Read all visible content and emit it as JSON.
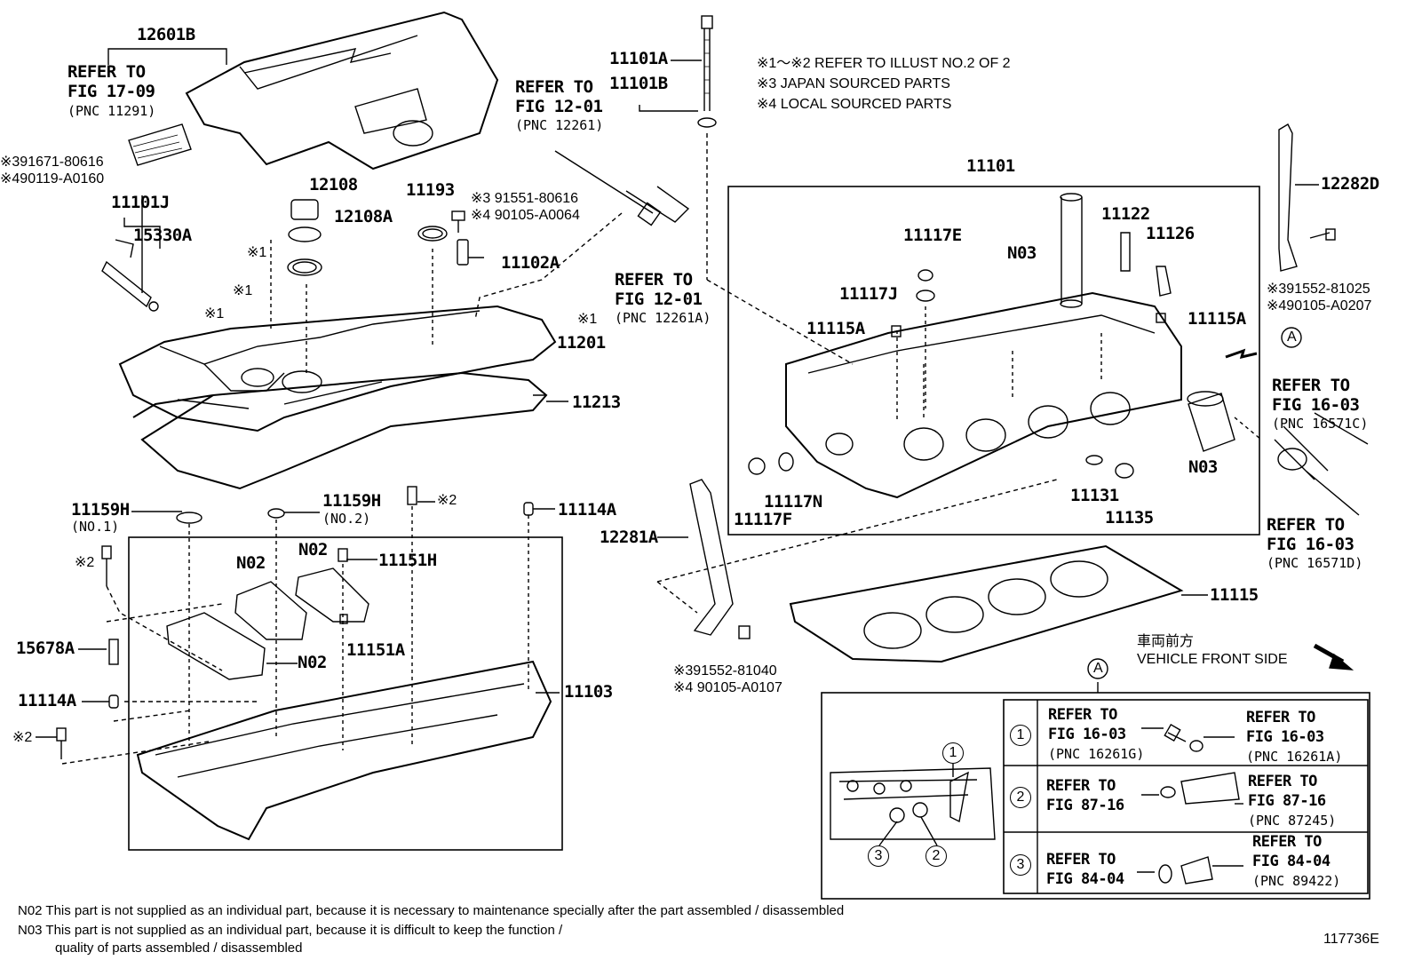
{
  "notes_header": {
    "line1": "※1～※2  REFER TO ILLUST NO.2 OF 2",
    "line2": "※3 JAPAN SOURCED PARTS",
    "line3": "※4 LOCAL SOURCED PARTS"
  },
  "callouts": {
    "p12601B": "12601B",
    "p11101A": "11101A",
    "p11101B": "11101B",
    "p11101": "11101",
    "p12282D": "12282D",
    "p11101J": "11101J",
    "p15330A": "15330A",
    "p12108": "12108",
    "p12108A": "12108A",
    "p11193": "11193",
    "p11102A": "11102A",
    "p11201": "11201",
    "p11213": "11213",
    "p11117E": "11117E",
    "p11117J": "11117J",
    "p11122": "11122",
    "p11126": "11126",
    "pN03a": "N03",
    "p11115A_l": "11115A",
    "p11115A_r": "11115A",
    "pN03b": "N03",
    "p11117N": "11117N",
    "p11117F": "11117F",
    "p11131": "11131",
    "p11135": "11135",
    "p11159H_1": "11159H",
    "p11159H_2": "11159H",
    "p11114A_t": "11114A",
    "pN02a": "N02",
    "pN02b": "N02",
    "pN02c": "N02",
    "p11151H": "11151H",
    "p11151A": "11151A",
    "p15678A": "15678A",
    "p11114A_b": "11114A",
    "p11103": "11103",
    "p12281A": "12281A",
    "p11115": "11115"
  },
  "marks": {
    "m1a": "※1",
    "m1b": "※1",
    "m1c": "※1",
    "m1d": "※1",
    "m2a": "※2",
    "m2b": "※2",
    "m2c": "※2"
  },
  "small_refs": {
    "pnc11291": "(PNC 11291)",
    "no1": "(NO.1)",
    "no2": "(NO.2)",
    "pnc12261": "(PNC 12261)",
    "pnc12261A": "(PNC 12261A)",
    "pnc16571C": "(PNC 16571C)",
    "pnc16571D": "(PNC 16571D)"
  },
  "refer_blocks": {
    "fig1709": [
      "REFER TO",
      "FIG 17-09"
    ],
    "fig1201_top": [
      "REFER TO",
      "FIG 12-01"
    ],
    "fig1201_mid": [
      "REFER TO",
      "FIG 12-01"
    ],
    "fig1603_top": [
      "REFER TO",
      "FIG 16-03"
    ],
    "fig1603_bot": [
      "REFER TO",
      "FIG 16-03"
    ]
  },
  "fastener_codes": {
    "f1": "※391671-80616",
    "f2": "※490119-A0160",
    "f3": "※3 91551-80616",
    "f4": "※4 90105-A0064",
    "f5": "※391552-81025",
    "f6": "※490105-A0207",
    "f7": "※391552-81040",
    "f8": "※4 90105-A0107"
  },
  "front_side": {
    "jp": "車両前方",
    "en": "VEHICLE FRONT SIDE"
  },
  "detail_view": {
    "label": "A",
    "rows": [
      {
        "num": "1",
        "left": [
          "REFER TO",
          "FIG 16-03",
          "(PNC 16261G)"
        ],
        "right": [
          "REFER TO",
          "FIG 16-03",
          "(PNC 16261A)"
        ]
      },
      {
        "num": "2",
        "left": [
          "REFER TO",
          "FIG 87-16"
        ],
        "right": [
          "REFER TO",
          "FIG 87-16",
          "(PNC 87245)"
        ]
      },
      {
        "num": "3",
        "left": [
          "REFER TO",
          "FIG 84-04"
        ],
        "right": [
          "REFER TO",
          "FIG 84-04",
          "(PNC 89422)"
        ]
      }
    ]
  },
  "footnotes": {
    "n02": "N02   This part is not supplied as an individual part, because it is necessary to maintenance specially after the part assembled / disassembled",
    "n03": "N03   This part is not supplied as an individual part, because it is difficult to keep the function /",
    "n03b": "quality of parts  assembled / disassembled"
  },
  "drawing_id": "117736E"
}
